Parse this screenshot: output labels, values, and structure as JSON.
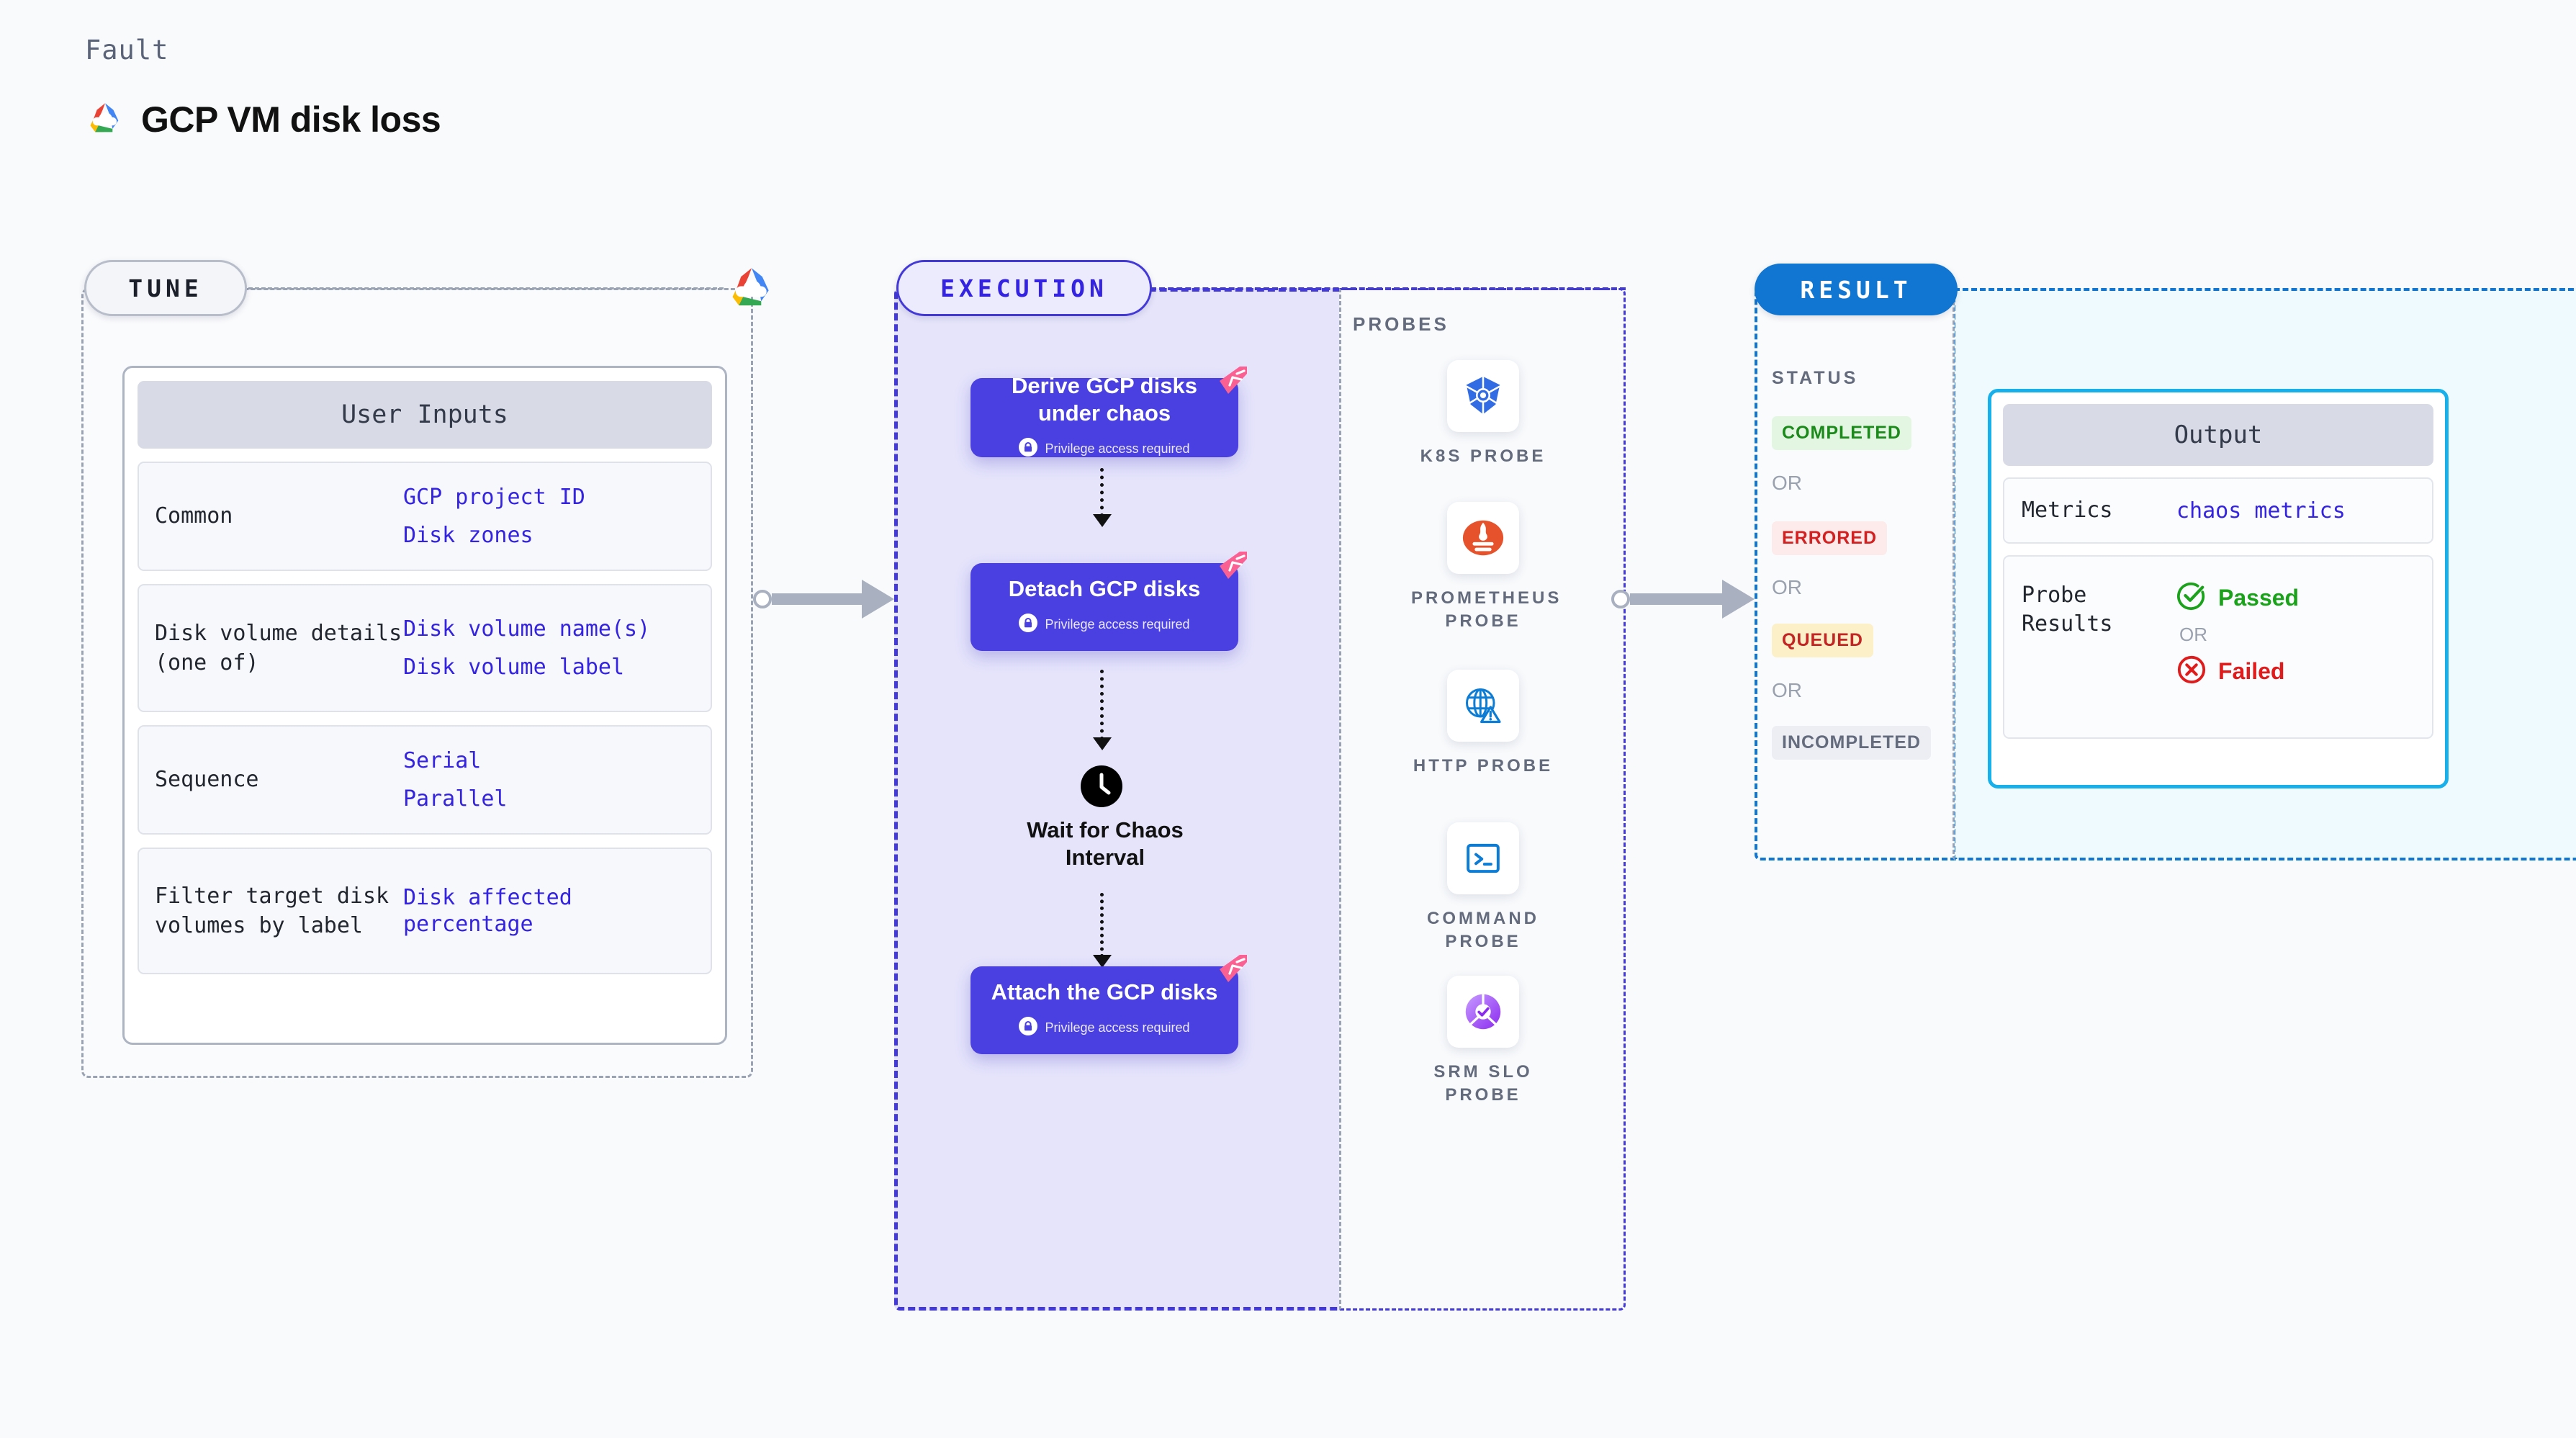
{
  "header": {
    "kicker": "Fault",
    "title": "GCP VM disk loss",
    "logo_icon": "gcp-logo-icon"
  },
  "tune": {
    "pill_label": "TUNE",
    "badge_icon": "gcp-logo-icon",
    "card_title": "User Inputs",
    "rows": [
      {
        "label": "Common",
        "values": [
          "GCP project ID",
          "Disk zones"
        ]
      },
      {
        "label": "Disk volume details (one of)",
        "values": [
          "Disk volume name(s)",
          "Disk volume label"
        ]
      },
      {
        "label": "Sequence",
        "values": [
          "Serial",
          "Parallel"
        ]
      },
      {
        "label": "Filter target disk volumes by label",
        "values": [
          "Disk affected percentage"
        ]
      }
    ]
  },
  "execution": {
    "pill_label": "EXECUTION",
    "privilege_text": "Privilege access required",
    "privilege_icon": "lock-icon",
    "chaos_badge_icon": "chaos-flag-icon",
    "steps": [
      {
        "title": "Derive GCP disks under chaos",
        "privileged": true
      },
      {
        "title": "Detach GCP disks",
        "privileged": true
      },
      {
        "title": "Attach the GCP disks",
        "privileged": true
      }
    ],
    "wait": {
      "label": "Wait for Chaos Interval",
      "icon": "clock-icon"
    }
  },
  "probes": {
    "title": "PROBES",
    "items": [
      {
        "name": "K8S PROBE",
        "icon": "kubernetes-icon"
      },
      {
        "name": "PROMETHEUS PROBE",
        "icon": "prometheus-icon"
      },
      {
        "name": "HTTP PROBE",
        "icon": "http-globe-warning-icon"
      },
      {
        "name": "COMMAND PROBE",
        "icon": "terminal-icon"
      },
      {
        "name": "SRM SLO PROBE",
        "icon": "srm-slo-icon"
      }
    ]
  },
  "result": {
    "pill_label": "RESULT",
    "status_title": "STATUS",
    "or_label": "OR",
    "statuses": [
      {
        "label": "COMPLETED",
        "bg": "#e2f6e2",
        "fg": "#1b8a1b"
      },
      {
        "label": "ERRORED",
        "bg": "#fdeaea",
        "fg": "#d32020"
      },
      {
        "label": "QUEUED",
        "bg": "#fcf0c8",
        "fg": "#c32525"
      },
      {
        "label": "INCOMPLETED",
        "bg": "#eceef4",
        "fg": "#636b7d"
      }
    ],
    "output": {
      "card_title": "Output",
      "metrics_label": "Metrics",
      "metrics_value": "chaos metrics",
      "probe_results_label": "Probe Results",
      "passed_label": "Passed",
      "passed_icon": "check-circle-icon",
      "failed_label": "Failed",
      "failed_icon": "x-circle-icon",
      "or_label": "OR"
    }
  },
  "colors": {
    "accent_purple": "#4a3fe0",
    "accent_blue": "#1076d2",
    "accent_cyan": "#18b0ea",
    "chaos_pink": "#fb6092",
    "passed_green": "#1aa31a",
    "failed_red": "#e01b1b"
  }
}
